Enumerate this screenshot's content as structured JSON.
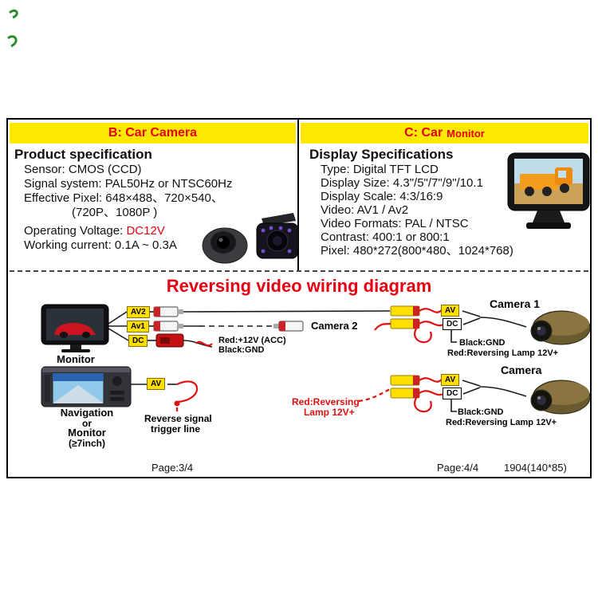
{
  "colors": {
    "accent_red": "#e60012",
    "header_yellow": "#ffe800",
    "connector_yellow": "#ffdf00",
    "wire_red": "#e01010"
  },
  "camera_panel": {
    "header": "B: Car Camera",
    "title": "Product specification",
    "line_sensor": "Sensor: CMOS (CCD)",
    "line_signal": "Signal system: PAL50Hz or NTSC60Hz",
    "line_pixel": "Effective Pixel: 648×488、720×540、",
    "line_pixel2": "(720P、1080P )",
    "voltage_label": "Operating Voltage: ",
    "voltage_value": "DC12V",
    "line_current": "Working current: 0.1A ~ 0.3A"
  },
  "monitor_panel": {
    "header_main": "C: Car",
    "header_sub": "Monitor",
    "title": "Display Specifications",
    "lines": [
      "Type: Digital TFT LCD",
      "Display Size: 4.3\"/5\"/7\"/9\"/10.1",
      "Display Scale: 4:3/16:9",
      "Video: AV1 / Av2",
      "Video Formats: PAL / NTSC",
      "Contrast: 400:1 or 800:1",
      "Pixel: 480*272(800*480、1024*768)"
    ]
  },
  "diagram": {
    "title": "Reversing video wiring diagram",
    "monitor_label": "Monitor",
    "nav_label_lines": [
      "Navigation",
      "or",
      "Monitor",
      "(≥7inch)"
    ],
    "camera1_label": "Camera 1",
    "camera2_label": "Camera 2",
    "camera_label": "Camera",
    "conn_av2": "AV2",
    "conn_av1": "Av1",
    "conn_dc": "DC",
    "conn_av": "AV",
    "label_red_12v": "Red:+12V (ACC)",
    "label_black_gnd": "Black:GND",
    "label_red_reversing_lamp": "Red:Reversing Lamp 12V+",
    "label_reverse_signal": [
      "Reverse signal",
      "trigger line"
    ],
    "label_red_reversing_mid": [
      "Red:Reversing",
      "Lamp 12V+"
    ]
  },
  "footer": {
    "page_left": "Page:3/4",
    "page_right": "Page:4/4",
    "code": "1904(140*85)"
  }
}
